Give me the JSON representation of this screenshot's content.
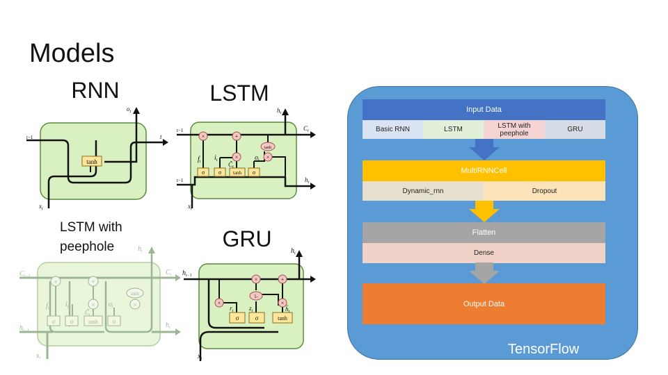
{
  "slide_title": "Models",
  "cells": {
    "rnn": {
      "title": "RNN",
      "gate_tanh": "tanh",
      "lbl_ot": "o",
      "lbl_ot_sub": "t",
      "lbl_xt": "x",
      "lbl_xt_sub": "t",
      "lbl_prev": "t−1",
      "lbl_out": "t"
    },
    "lstm": {
      "title": "LSTM",
      "gates": [
        "σ",
        "σ",
        "tanh",
        "σ"
      ],
      "op_tanh": "tanh",
      "op_mult": "×",
      "op_plus": "+",
      "lbl_ft": "f",
      "lbl_it": "i",
      "lbl_ct_tilde": "C̃",
      "lbl_ot": "o",
      "lbl_ht": "h",
      "lbl_ct": "C",
      "lbl_xt": "x",
      "lbl_cprev": "t−1",
      "lbl_hprev": "t−1",
      "sub_t": "t"
    },
    "peephole": {
      "title_line1": "LSTM with",
      "title_line2": "peephole",
      "gates": [
        "σ",
        "σ",
        "tanh",
        "σ"
      ],
      "op_tanh": "tanh",
      "op_mult": "×",
      "op_plus": "+",
      "lbl_cprev": "C",
      "lbl_cprev_sub": "t−1",
      "lbl_hprev": "h",
      "lbl_hprev_sub": "t−1",
      "lbl_ct": "C",
      "lbl_ht": "h",
      "lbl_ht_out": "h",
      "lbl_xt": "x",
      "lbl_ft": "f",
      "lbl_it": "i",
      "lbl_ct_tilde": "C̃",
      "lbl_ot": "o",
      "sub_t": "t"
    },
    "gru": {
      "title": "GRU",
      "gates": [
        "σ",
        "σ",
        "tanh"
      ],
      "op_mult": "×",
      "op_plus": "+",
      "op_one_minus": "1-",
      "lbl_hprev": "h",
      "lbl_hprev_sub": "t−1",
      "lbl_ht": "h",
      "lbl_ht_tilde": "h̃",
      "lbl_rt": "r",
      "lbl_zt": "z",
      "lbl_xt": "x",
      "sub_t": "t"
    }
  },
  "tensorflow": {
    "label": "TensorFlow",
    "input": {
      "title": "Input Data",
      "options": [
        "Basic RNN",
        "LSTM",
        "LSTM with peephole",
        "GRU"
      ]
    },
    "multi": {
      "title": "MultiRNNCell",
      "options": [
        "Dynamic_rnn",
        "Dropout"
      ]
    },
    "flatten": {
      "title": "Flatten",
      "sub": "Dense"
    },
    "output": {
      "title": "Output Data"
    }
  },
  "colors": {
    "panel": "#5b9bd5",
    "input_bar": "#4472c4",
    "opt_blue": "#dae3f3",
    "opt_green": "#e2f0d9",
    "opt_pink": "#f4d4d2",
    "opt_gray": "#d6dce5",
    "multi_bar": "#ffc000",
    "opt_tan": "#e7e0cf",
    "opt_peach": "#fde3b9",
    "flatten_bar": "#a5a5a5",
    "dense": "#f1d2c8",
    "output": "#ed7d31",
    "cell_fill": "#d9f0c0",
    "cell_stroke": "#5a8a3a",
    "gate_fill": "#ffe699"
  }
}
